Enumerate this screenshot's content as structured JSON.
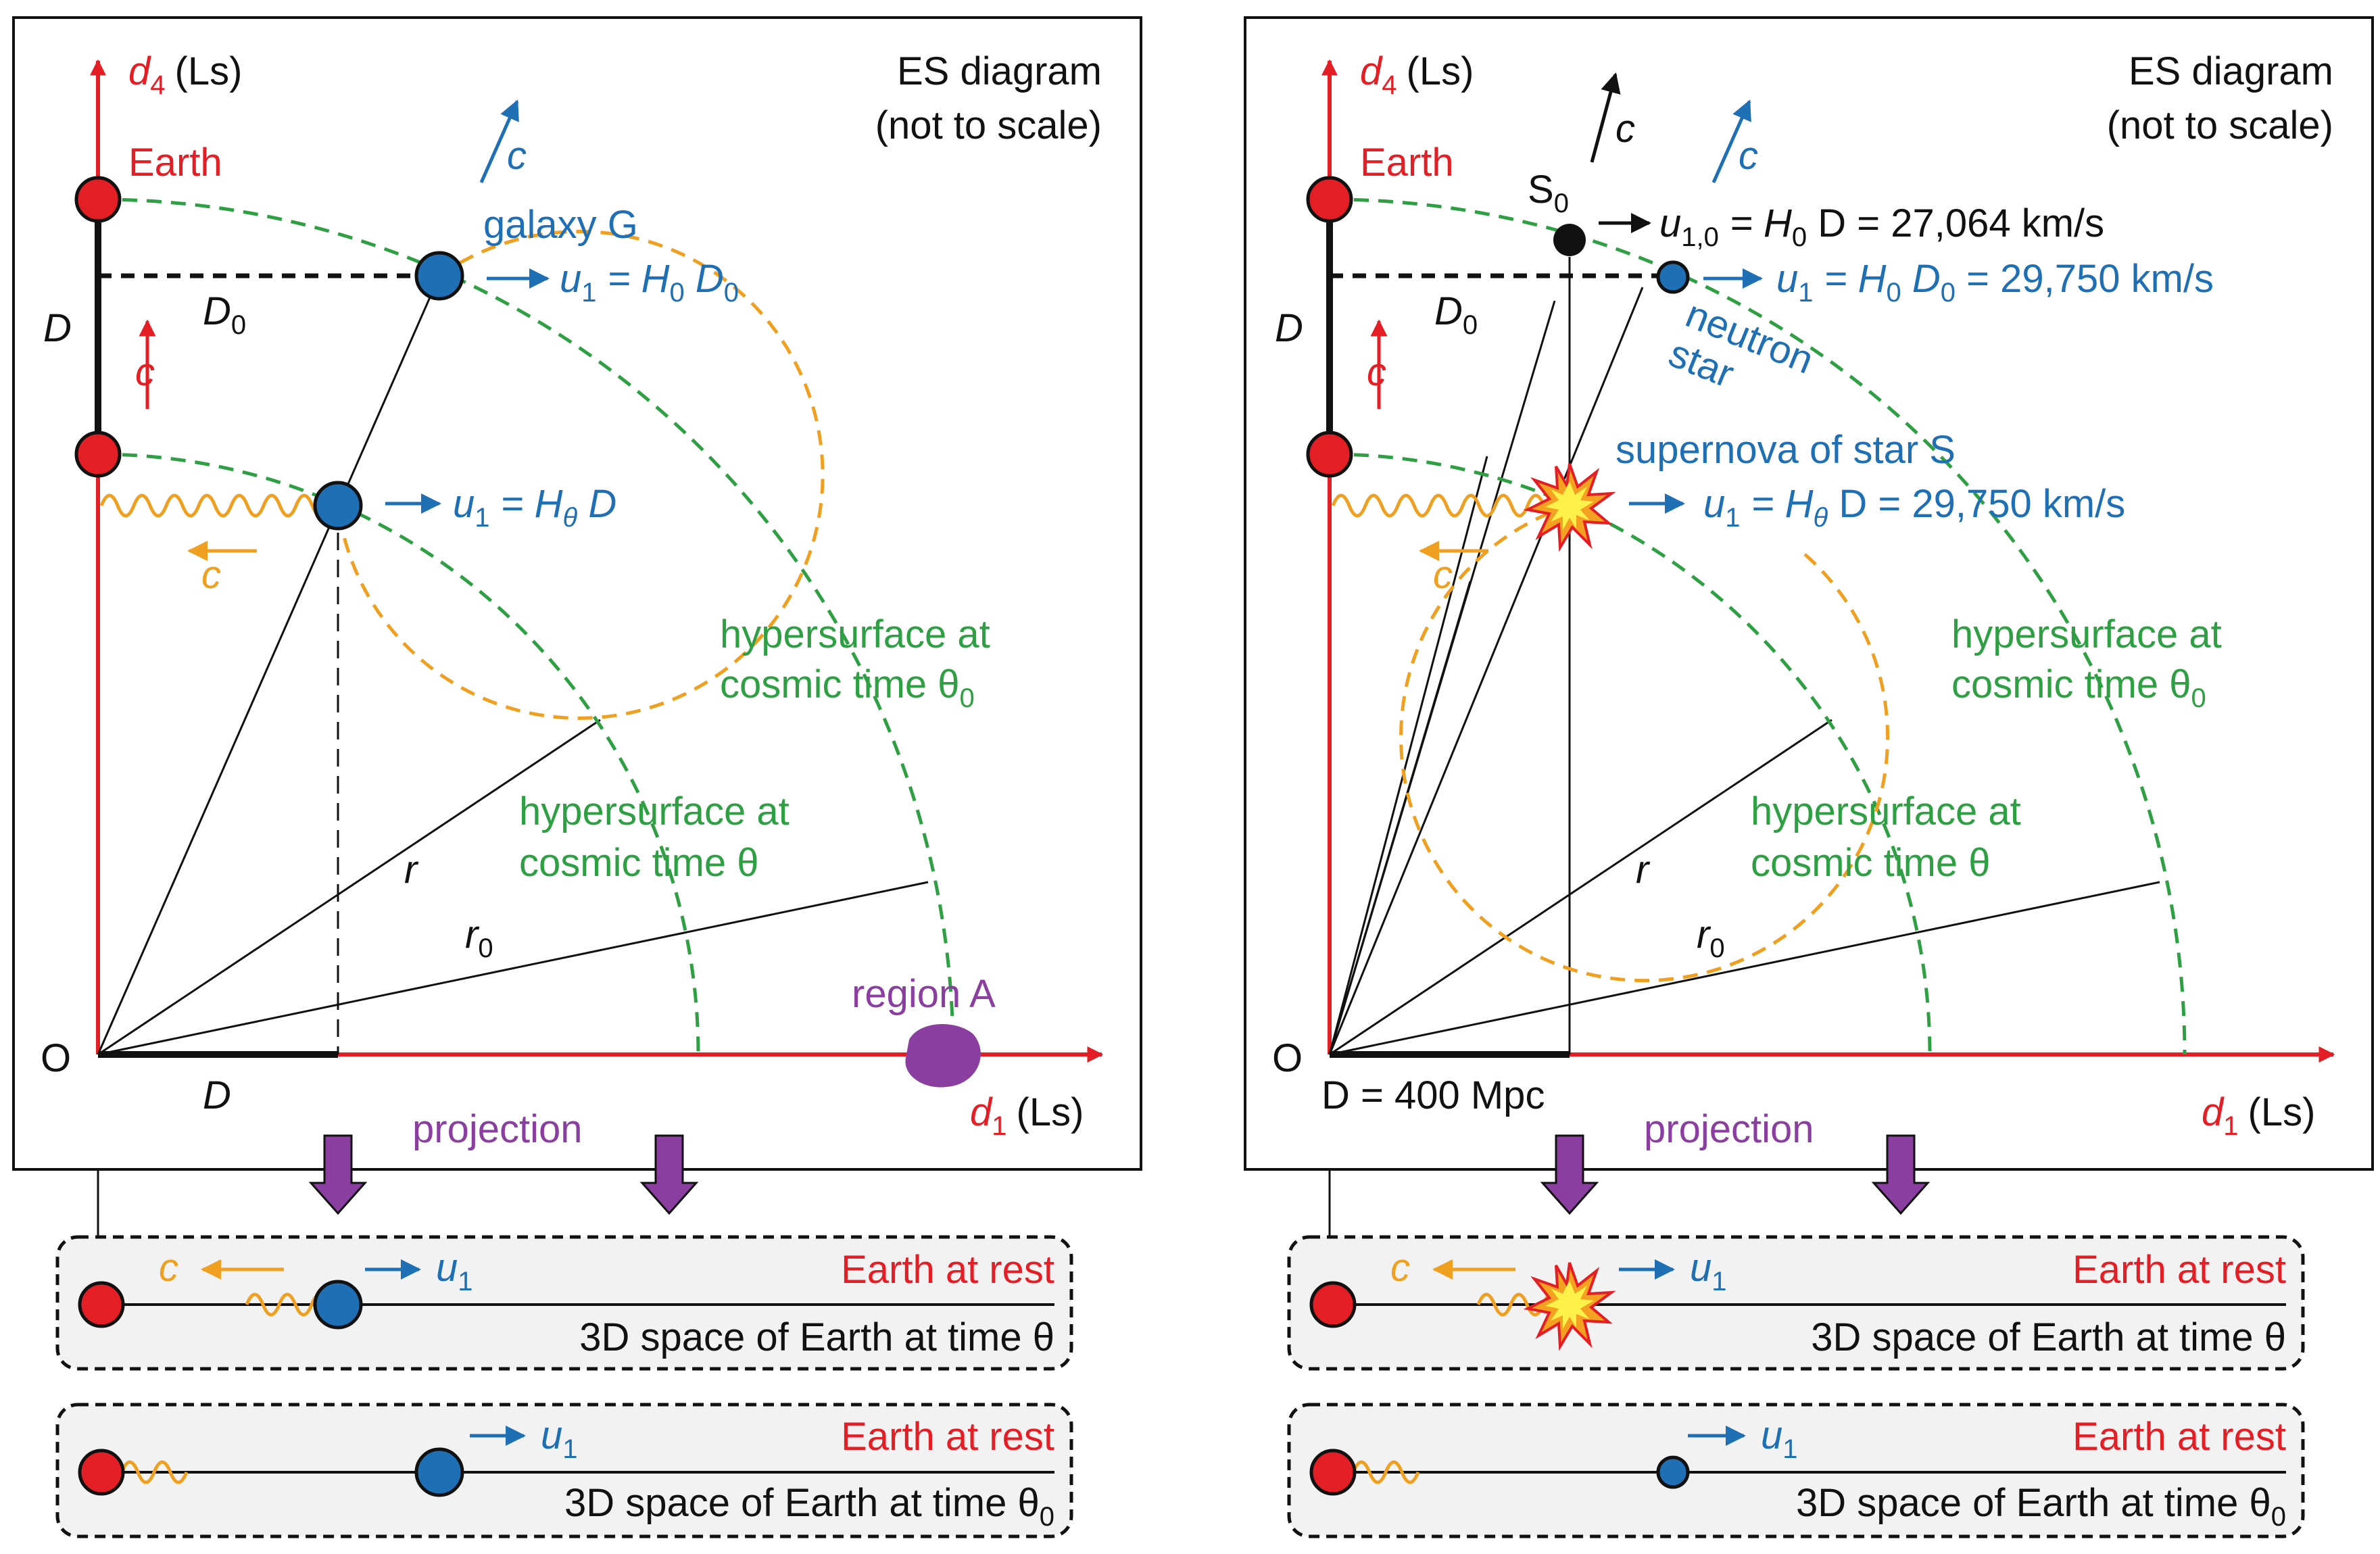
{
  "colors": {
    "red": "#e31e24",
    "blue": "#1f6fb4",
    "green": "#2ea043",
    "orange": "#f0a020",
    "purple": "#8a3fa0",
    "black": "#111111",
    "panel_bg": "#f2f2f2"
  },
  "left": {
    "title_line1": "ES diagram",
    "title_line2": "(not to scale)",
    "axis_y_var": "d",
    "axis_y_sub": "4",
    "axis_y_unit": "(Ls)",
    "axis_x_var": "d",
    "axis_x_sub": "1",
    "axis_x_unit": "(Ls)",
    "origin": "O",
    "earth": "Earth",
    "D_label": "D",
    "D0_var": "D",
    "D0_sub": "0",
    "c": "c",
    "galaxy": "galaxy G",
    "u1_top_a": "u",
    "u1_top_sub": "1",
    "u1_top_b": " = H",
    "u1_top_sub2": "0",
    "u1_top_c": " D",
    "u1_top_sub3": "0",
    "u1_mid_a": "u",
    "u1_mid_sub": "1",
    "u1_mid_b": " = H",
    "u1_mid_sub2": "θ",
    "u1_mid_c": " D",
    "hyp0_line1": "hypersurface at",
    "hyp0_line2": "cosmic time θ",
    "hyp0_sub": "0",
    "hyp_line1": "hypersurface at",
    "hyp_line2": "cosmic time θ",
    "r": "r",
    "r0_var": "r",
    "r0_sub": "0",
    "region": "region A",
    "D_bottom": "D",
    "projection": "projection",
    "box1_earth": "Earth at rest",
    "box1_space": "3D space of Earth at time θ",
    "box1_c": "c",
    "box1_u": "u",
    "box1_u_sub": "1",
    "box2_earth": "Earth at rest",
    "box2_space": "3D space of Earth at time θ",
    "box2_sub": "0",
    "box2_u": "u",
    "box2_u_sub": "1"
  },
  "right": {
    "title_line1": "ES diagram",
    "title_line2": "(not to scale)",
    "axis_y_var": "d",
    "axis_y_sub": "4",
    "axis_y_unit": "(Ls)",
    "axis_x_var": "d",
    "axis_x_sub": "1",
    "axis_x_unit": "(Ls)",
    "origin": "O",
    "earth": "Earth",
    "D_label": "D",
    "D0_var": "D",
    "D0_sub": "0",
    "c": "c",
    "s0_var": "S",
    "s0_sub": "0",
    "u10_a": "u",
    "u10_sub": "1,0",
    "u10_b": " = H",
    "u10_sub2": "0",
    "u10_c": " D = 27,064 km/s",
    "u1_top_a": "u",
    "u1_top_sub": "1",
    "u1_top_b": " = H",
    "u1_top_sub2": "0",
    "u1_top_c": " D",
    "u1_top_sub3": "0",
    "u1_top_d": " = 29,750 km/s",
    "neutron1": "neutron",
    "neutron2": "star",
    "supernova": "supernova of star S",
    "u1_mid_a": "u",
    "u1_mid_sub": "1",
    "u1_mid_b": " = H",
    "u1_mid_sub2": "θ",
    "u1_mid_c": " D = 29,750 km/s",
    "hyp0_line1": "hypersurface at",
    "hyp0_line2": "cosmic time θ",
    "hyp0_sub": "0",
    "hyp_line1": "hypersurface at",
    "hyp_line2": "cosmic time θ",
    "r": "r",
    "r0_var": "r",
    "r0_sub": "0",
    "D_bottom": "D = 400 Mpc",
    "projection": "projection",
    "box1_earth": "Earth at rest",
    "box1_space": "3D space of Earth at time θ",
    "box1_c": "c",
    "box1_u": "u",
    "box1_u_sub": "1",
    "box2_earth": "Earth at rest",
    "box2_space": "3D space of Earth at time θ",
    "box2_sub": "0",
    "box2_u": "u",
    "box2_u_sub": "1"
  }
}
